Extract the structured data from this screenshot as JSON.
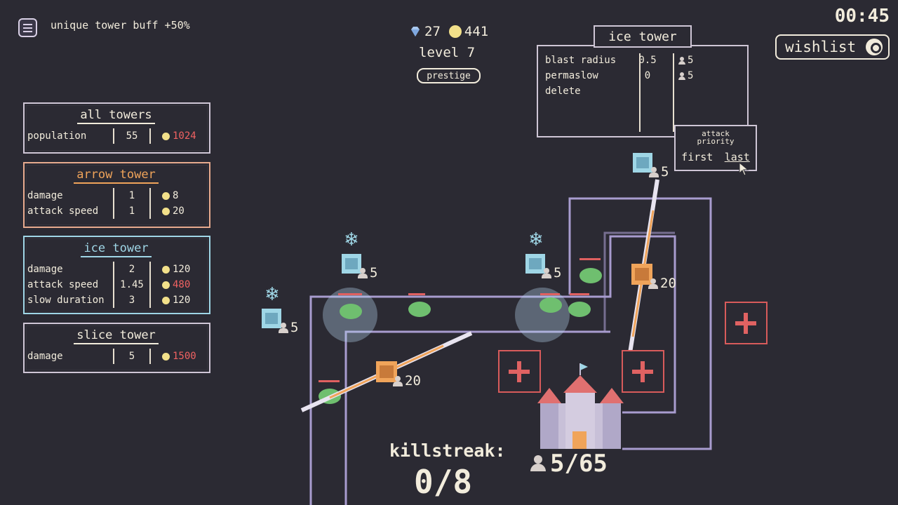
{
  "hud": {
    "buff_text": "unique tower buff +50%",
    "gems": "27",
    "coins": "441",
    "level": "level 7",
    "prestige_label": "prestige",
    "timer": "00:45",
    "wishlist_label": "wishlist",
    "killstreak_label": "killstreak:",
    "killstreak_value": "0/8",
    "lives": "5/65"
  },
  "panels": {
    "all_towers": {
      "title": "all towers",
      "rows": [
        {
          "stat": "population",
          "value": "55",
          "cost": "1024",
          "cost_affordable": false
        }
      ]
    },
    "arrow_tower": {
      "title": "arrow tower",
      "rows": [
        {
          "stat": "damage",
          "value": "1",
          "cost": "8"
        },
        {
          "stat": "attack speed",
          "value": "1",
          "cost": "20"
        }
      ]
    },
    "ice_tower": {
      "title": "ice tower",
      "rows": [
        {
          "stat": "damage",
          "value": "2",
          "cost": "120"
        },
        {
          "stat": "attack speed",
          "value": "1.45",
          "cost": "480"
        },
        {
          "stat": "slow duration",
          "value": "3",
          "cost": "120"
        }
      ]
    },
    "slice_tower": {
      "title": "slice tower",
      "rows": [
        {
          "stat": "damage",
          "value": "5",
          "cost": "1500"
        }
      ]
    }
  },
  "selected_tower": {
    "title": "ice tower",
    "rows": [
      {
        "stat": "blast radius",
        "value": "0.5",
        "cost": "5"
      },
      {
        "stat": "permaslow",
        "value": "0",
        "cost": "5"
      },
      {
        "stat": "delete",
        "value": "",
        "cost": ""
      }
    ],
    "attack_priority": {
      "title_line1": "attack",
      "title_line2": "priority",
      "option_first": "first",
      "option_last": "last",
      "selected": "last"
    }
  },
  "towers_on_map": [
    {
      "type": "ice",
      "pop": "5"
    },
    {
      "type": "ice",
      "pop": "5"
    },
    {
      "type": "ice",
      "pop": "5"
    },
    {
      "type": "ice",
      "pop": "5"
    },
    {
      "type": "slice",
      "pop": "20"
    },
    {
      "type": "slice",
      "pop": "20"
    }
  ],
  "colors": {
    "background": "#2b2a33",
    "path": "#a89ccf",
    "arrow_accent": "#f0a45a",
    "ice_accent": "#9fd6e6",
    "unaffordable": "#f06262",
    "coin": "#f2e08a"
  }
}
